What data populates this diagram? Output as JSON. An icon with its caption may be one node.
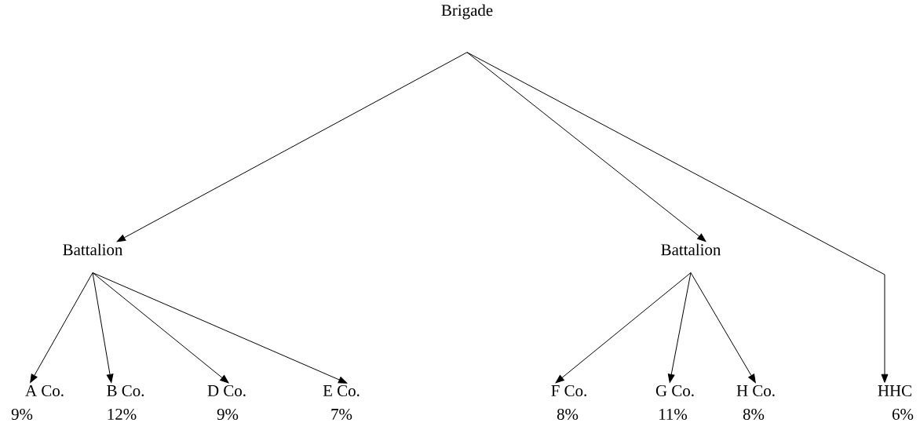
{
  "diagram": {
    "nodes": [
      {
        "text": [
          "Brigade"
        ]
      },
      {
        "text": [
          "Battalion"
        ]
      },
      {
        "text": [
          "Battalion"
        ]
      },
      {
        "text": [
          "A Co."
        ],
        "beside": [
          "9%"
        ]
      },
      {
        "text": [
          "B Co."
        ],
        "beside": [
          "12%"
        ]
      },
      {
        "text": [
          "D Co."
        ],
        "beside": [
          "9%"
        ]
      },
      {
        "text": [
          "E Co."
        ],
        "beside": [
          "7%"
        ]
      },
      {
        "text": [
          "F Co."
        ],
        "beside": [
          "8%"
        ]
      },
      {
        "text": [
          "G Co."
        ],
        "beside": [
          "11%"
        ]
      },
      {
        "text": [
          "H Co."
        ],
        "beside": [
          "8%"
        ]
      },
      {
        "text": [
          "HHC"
        ],
        "beside": [
          "6%"
        ]
      }
    ],
    "edges": [
      {
        "from": 0,
        "to": 1,
        "arrow": "to"
      },
      {
        "from": 0,
        "to": 2,
        "arrow": "to"
      },
      {
        "from": 0,
        "to": 10,
        "arrow": "to"
      },
      {
        "from": 1,
        "to": 3,
        "arrow": "to"
      },
      {
        "from": 1,
        "to": 4,
        "arrow": "to"
      },
      {
        "from": 1,
        "to": 5,
        "arrow": "to"
      },
      {
        "from": 1,
        "to": 6,
        "arrow": "to"
      },
      {
        "from": 2,
        "to": 7,
        "arrow": "to"
      },
      {
        "from": 2,
        "to": 8,
        "arrow": "to"
      },
      {
        "from": 2,
        "to": 9,
        "arrow": "to"
      }
    ]
  }
}
